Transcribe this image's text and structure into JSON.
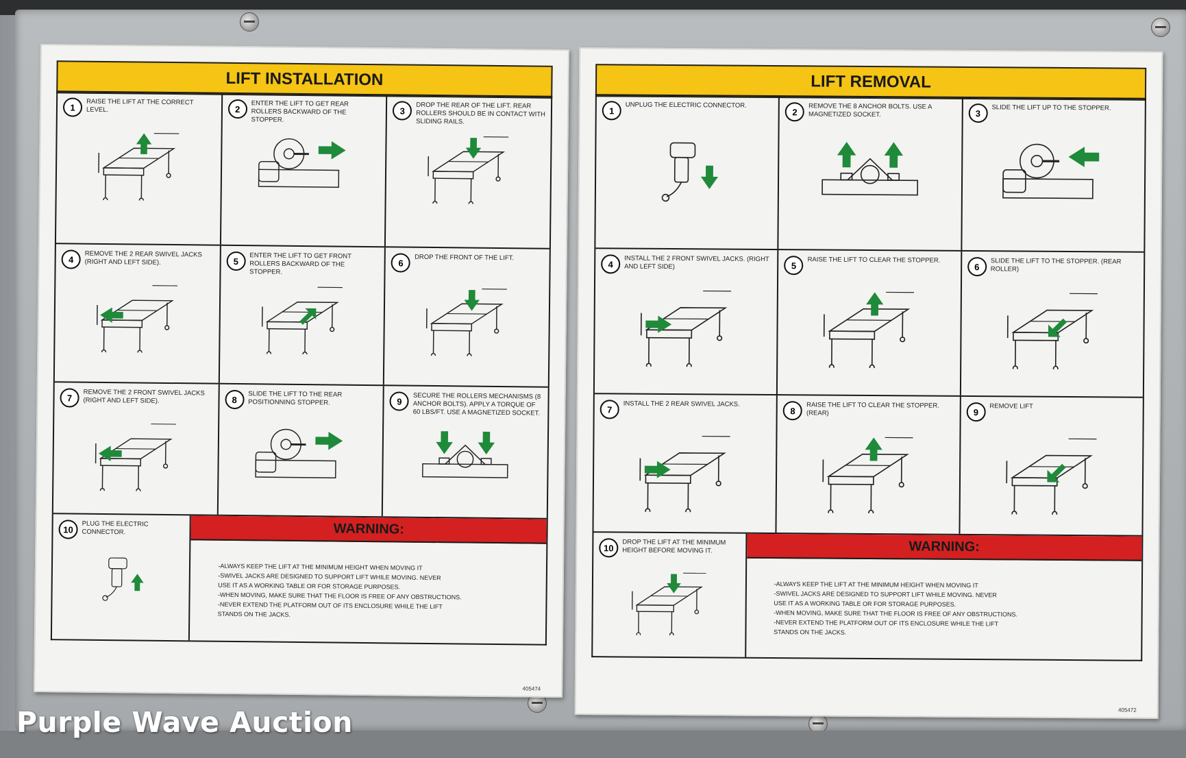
{
  "left_sheet": {
    "title": "LIFT INSTALLATION",
    "steps": [
      {
        "n": "1",
        "text": "RAISE THE LIFT AT THE CORRECT LEVEL."
      },
      {
        "n": "2",
        "text": "ENTER THE LIFT TO GET REAR ROLLERS BACKWARD OF THE STOPPER."
      },
      {
        "n": "3",
        "text": "DROP THE REAR OF THE LIFT. REAR ROLLERS SHOULD BE IN CONTACT WITH SLIDING RAILS."
      },
      {
        "n": "4",
        "text": "REMOVE THE 2 REAR SWIVEL JACKS (RIGHT AND LEFT SIDE)."
      },
      {
        "n": "5",
        "text": "ENTER THE LIFT TO GET FRONT ROLLERS BACKWARD OF THE STOPPER."
      },
      {
        "n": "6",
        "text": "DROP THE FRONT OF THE LIFT."
      },
      {
        "n": "7",
        "text": "REMOVE THE 2 FRONT SWIVEL JACKS (RIGHT AND LEFT SIDE)."
      },
      {
        "n": "8",
        "text": "SLIDE THE LIFT TO THE REAR POSITIONNING STOPPER."
      },
      {
        "n": "9",
        "text": "SECURE THE ROLLERS MECHANISMS (8 ANCHOR BOLTS). APPLY A TORQUE OF 60 Lbs/Ft. USE A MAGNETIZED SOCKET."
      },
      {
        "n": "10",
        "text": "PLUG THE ELECTRIC CONNECTOR."
      }
    ],
    "warning_title": "WARNING:",
    "warning_lines": [
      "-ALWAYS KEEP THE LIFT AT THE MINIMUM HEIGHT WHEN MOVING IT",
      "-SWIVEL JACKS ARE DESIGNED TO SUPPORT LIFT WHILE MOVING. NEVER",
      "USE IT AS A WORKING TABLE OR FOR STORAGE PURPOSES.",
      "-WHEN MOVING, MAKE SURE THAT THE FLOOR IS FREE OF ANY OBSTRUCTIONS.",
      "-NEVER EXTEND THE PLATFORM OUT OF ITS ENCLOSURE WHILE THE LIFT",
      "STANDS ON THE JACKS."
    ],
    "code": "405474"
  },
  "right_sheet": {
    "title": "LIFT REMOVAL",
    "steps": [
      {
        "n": "1",
        "text": "UNPLUG THE ELECTRIC CONNECTOR."
      },
      {
        "n": "2",
        "text": "REMOVE THE 8 ANCHOR BOLTS. USE A MAGNETIZED SOCKET."
      },
      {
        "n": "3",
        "text": "SLIDE THE LIFT UP TO THE STOPPER."
      },
      {
        "n": "4",
        "text": "INSTALL THE 2 FRONT SWIVEL JACKS. (RIGHT AND LEFT SIDE)"
      },
      {
        "n": "5",
        "text": "RAISE THE LIFT TO CLEAR THE STOPPER."
      },
      {
        "n": "6",
        "text": "SLIDE THE LIFT TO THE STOPPER. (REAR ROLLER)"
      },
      {
        "n": "7",
        "text": "INSTALL THE 2 REAR SWIVEL JACKS."
      },
      {
        "n": "8",
        "text": "RAISE THE LIFT TO CLEAR THE STOPPER.(REAR)"
      },
      {
        "n": "9",
        "text": "REMOVE LIFT"
      },
      {
        "n": "10",
        "text": "DROP THE LIFT AT THE MINIMUM HEIGHT BEFORE MOVING IT."
      }
    ],
    "warning_title": "WARNING:",
    "warning_lines": [
      "-ALWAYS KEEP THE LIFT AT THE MINIMUM HEIGHT WHEN MOVING IT",
      "-SWIVEL JACKS ARE DESIGNED TO SUPPORT LIFT WHILE MOVING. NEVER",
      "USE IT AS A WORKING TABLE OR FOR STORAGE PURPOSES.",
      "-WHEN MOVING, MAKE SURE THAT THE FLOOR IS FREE OF ANY OBSTRUCTIONS.",
      "-NEVER EXTEND THE PLATFORM OUT OF ITS ENCLOSURE WHILE THE LIFT",
      "STANDS ON THE JACKS."
    ],
    "code": "405472"
  },
  "watermark": "Purple Wave Auction",
  "colors": {
    "title_bar": "#f5c414",
    "warning_bar": "#d42020",
    "arrow": "#1f8a3a"
  }
}
